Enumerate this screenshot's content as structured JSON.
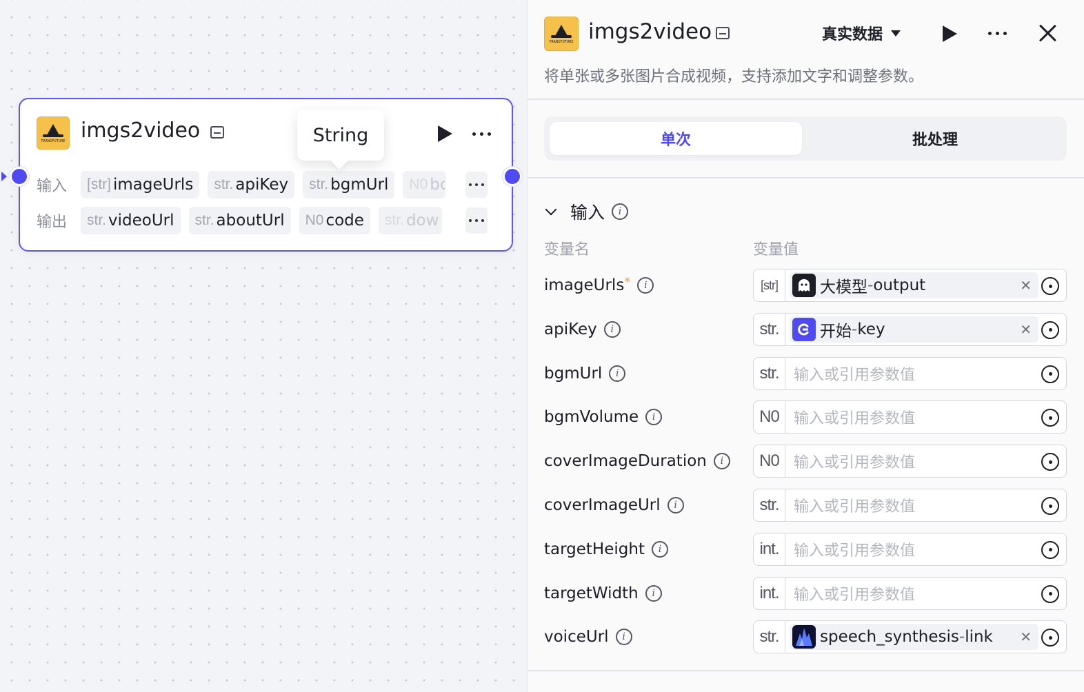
{
  "node": {
    "title": "imgs2video",
    "tooltip": "String",
    "input_label": "输入",
    "output_label": "输出",
    "inputs": [
      {
        "type": "[str]",
        "name": "imageUrls"
      },
      {
        "type": "str.",
        "name": "apiKey"
      },
      {
        "type": "str.",
        "name": "bgmUrl"
      },
      {
        "type": "N0",
        "name": "bc"
      }
    ],
    "outputs": [
      {
        "type": "str.",
        "name": "videoUrl"
      },
      {
        "type": "str.",
        "name": "aboutUrl"
      },
      {
        "type": "N0",
        "name": "code"
      },
      {
        "type": "str.",
        "name": "dow"
      }
    ]
  },
  "panel": {
    "title": "imgs2video",
    "data_mode": "真实数据",
    "description": "将单张或多张图片合成视频，支持添加文字和调整参数。",
    "tabs": [
      "单次",
      "批处理"
    ],
    "section_title": "输入",
    "col_name": "变量名",
    "col_value": "变量值",
    "params": [
      {
        "name": "imageUrls",
        "required": "*",
        "type": "[str]",
        "ref_source": "大模型",
        "ref_sep": " - ",
        "ref_field": "output",
        "placeholder": ""
      },
      {
        "name": "apiKey",
        "required": "",
        "type": "str.",
        "ref_source": "开始",
        "ref_sep": " - ",
        "ref_field": "key",
        "placeholder": ""
      },
      {
        "name": "bgmUrl",
        "required": "",
        "type": "str.",
        "ref_source": "",
        "ref_sep": "",
        "ref_field": "",
        "placeholder": "输入或引用参数值"
      },
      {
        "name": "bgmVolume",
        "required": "",
        "type": "N0",
        "ref_source": "",
        "ref_sep": "",
        "ref_field": "",
        "placeholder": "输入或引用参数值"
      },
      {
        "name": "coverImageDuration",
        "required": "",
        "type": "N0",
        "ref_source": "",
        "ref_sep": "",
        "ref_field": "",
        "placeholder": "输入或引用参数值"
      },
      {
        "name": "coverImageUrl",
        "required": "",
        "type": "str.",
        "ref_source": "",
        "ref_sep": "",
        "ref_field": "",
        "placeholder": "输入或引用参数值"
      },
      {
        "name": "targetHeight",
        "required": "",
        "type": "int.",
        "ref_source": "",
        "ref_sep": "",
        "ref_field": "",
        "placeholder": "输入或引用参数值"
      },
      {
        "name": "targetWidth",
        "required": "",
        "type": "int.",
        "ref_source": "",
        "ref_sep": "",
        "ref_field": "",
        "placeholder": "输入或引用参数值"
      },
      {
        "name": "voiceUrl",
        "required": "",
        "type": "str.",
        "ref_source": "speech_synthesis",
        "ref_sep": " - ",
        "ref_field": "link",
        "placeholder": ""
      }
    ]
  },
  "colors": {
    "accent": "#4f4bf0",
    "logo_bg": "#f5c14a"
  }
}
